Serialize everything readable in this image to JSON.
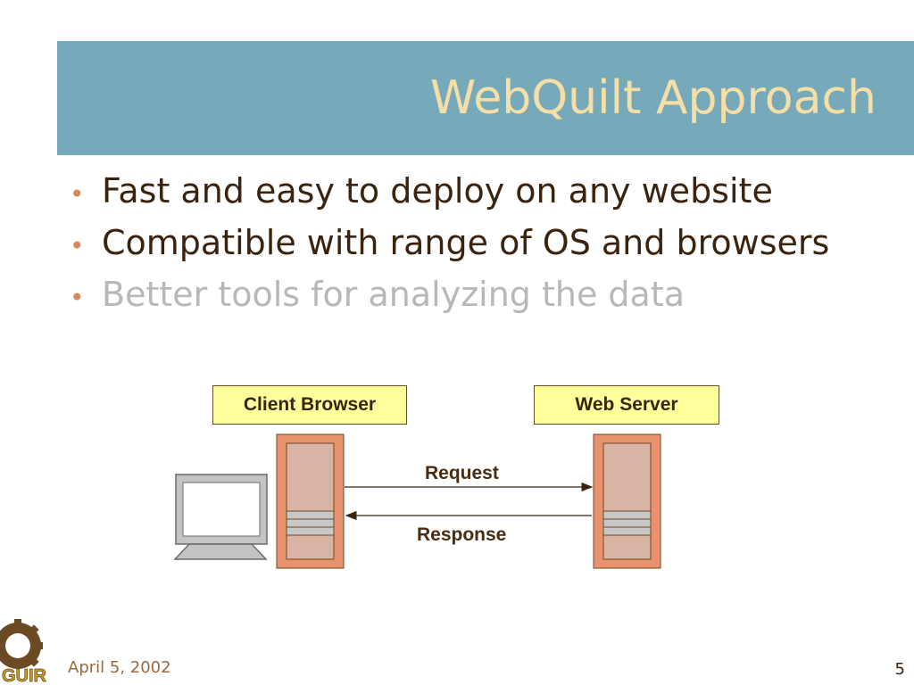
{
  "slide": {
    "title": "WebQuilt Approach",
    "bullets": [
      "Fast and easy to deploy on any website",
      "Compatible with range of OS and browsers",
      "Better tools for analyzing the data"
    ]
  },
  "diagram": {
    "client_label": "Client Browser",
    "server_label": "Web Server",
    "request_label": "Request",
    "response_label": "Response"
  },
  "footer": {
    "date": "April 5, 2002",
    "page_number": "5",
    "logo_text": "GUIR"
  },
  "colors": {
    "title_bar": "#76a9ba",
    "title_text": "#f5dfa6",
    "bullet_text": "#3a2410",
    "bullet_dim": "#b8b8b8",
    "label_fill": "#ffff9c",
    "tower_outer": "#e8936e",
    "tower_inner": "#d9b3a3"
  }
}
